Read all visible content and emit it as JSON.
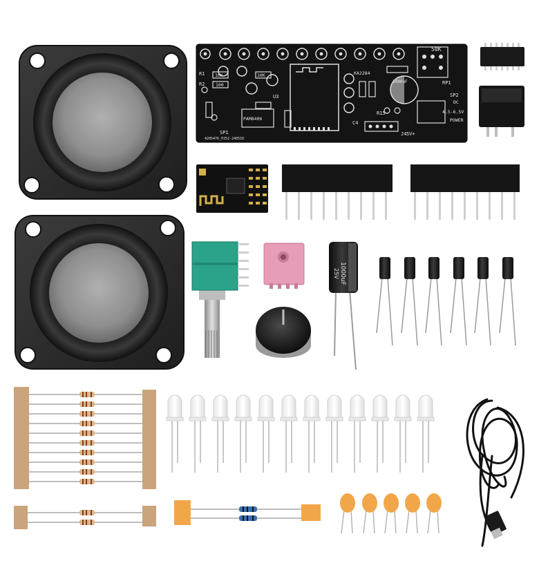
{
  "pcb": {
    "labels": {
      "label_50k": "50K",
      "label_rp1": "RP1",
      "label_r1": "R1",
      "label_r2": "R2",
      "label_10k_a": "10K",
      "label_10k_b": "10K",
      "label_100": "100",
      "label_u3": "U3",
      "label_sp1": "SP1",
      "label_sp2": "SP2",
      "label_c4": "C4",
      "label_r15": "R15",
      "label_j4": "J4",
      "label_power": "POWER",
      "label_power_v": "4.5-6.5V",
      "label_dc": "DC",
      "label_5v": "5V+",
      "label_chip": "PAM8406",
      "label_ka": "KA2284",
      "label_c_1000": "1000uF",
      "label_serial": "4205476_P252-240516"
    }
  },
  "capacitor": {
    "label_value": "1000uF",
    "label_voltage": "25V"
  },
  "colors": {
    "background": "#ffffff",
    "pcb": "#141414",
    "potentiometer": "#2aa38a",
    "audio_jack": "#e79cb8",
    "resistor_tape": "#c9a47c",
    "ceramic_cap": "#f2a64a",
    "speaker_frame": "#2a2a2a"
  },
  "icons": [
    "speaker-icon",
    "bluetooth-module-icon",
    "potentiometer-icon",
    "audio-jack-icon",
    "capacitor-icon",
    "knob-icon",
    "resistor-icon",
    "led-icon",
    "usb-cable-icon",
    "dc-jack-icon",
    "ic-chip-icon",
    "header-pin-icon"
  ]
}
